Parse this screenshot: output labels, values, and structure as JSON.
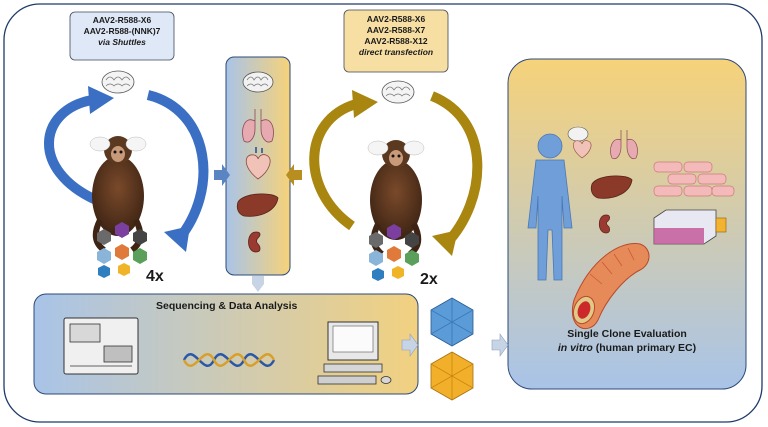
{
  "left_box": {
    "line1": "AAV2-R588-X6",
    "line2": "AAV2-R588-(NNK)7",
    "line3": "via Shuttles"
  },
  "right_box": {
    "line1": "AAV2-R588-X6",
    "line2": "AAV2-R588-X7",
    "line3": "AAV2-R588-X12",
    "line4": "direct transfection"
  },
  "left_cycle": {
    "multiplier": "4x"
  },
  "right_cycle": {
    "multiplier": "2x"
  },
  "sequencing": {
    "title": "Sequencing & Data Analysis"
  },
  "single_clone": {
    "title": "Single Clone Evaluation",
    "subtitle_italic": "in vitro",
    "subtitle_rest": " (human primary EC)"
  },
  "colors": {
    "blue_arrow": "#3a6fc4",
    "gold_arrow": "#a8860f",
    "panel_blue": "#a9c4e8",
    "panel_gold": "#f6d27a"
  }
}
